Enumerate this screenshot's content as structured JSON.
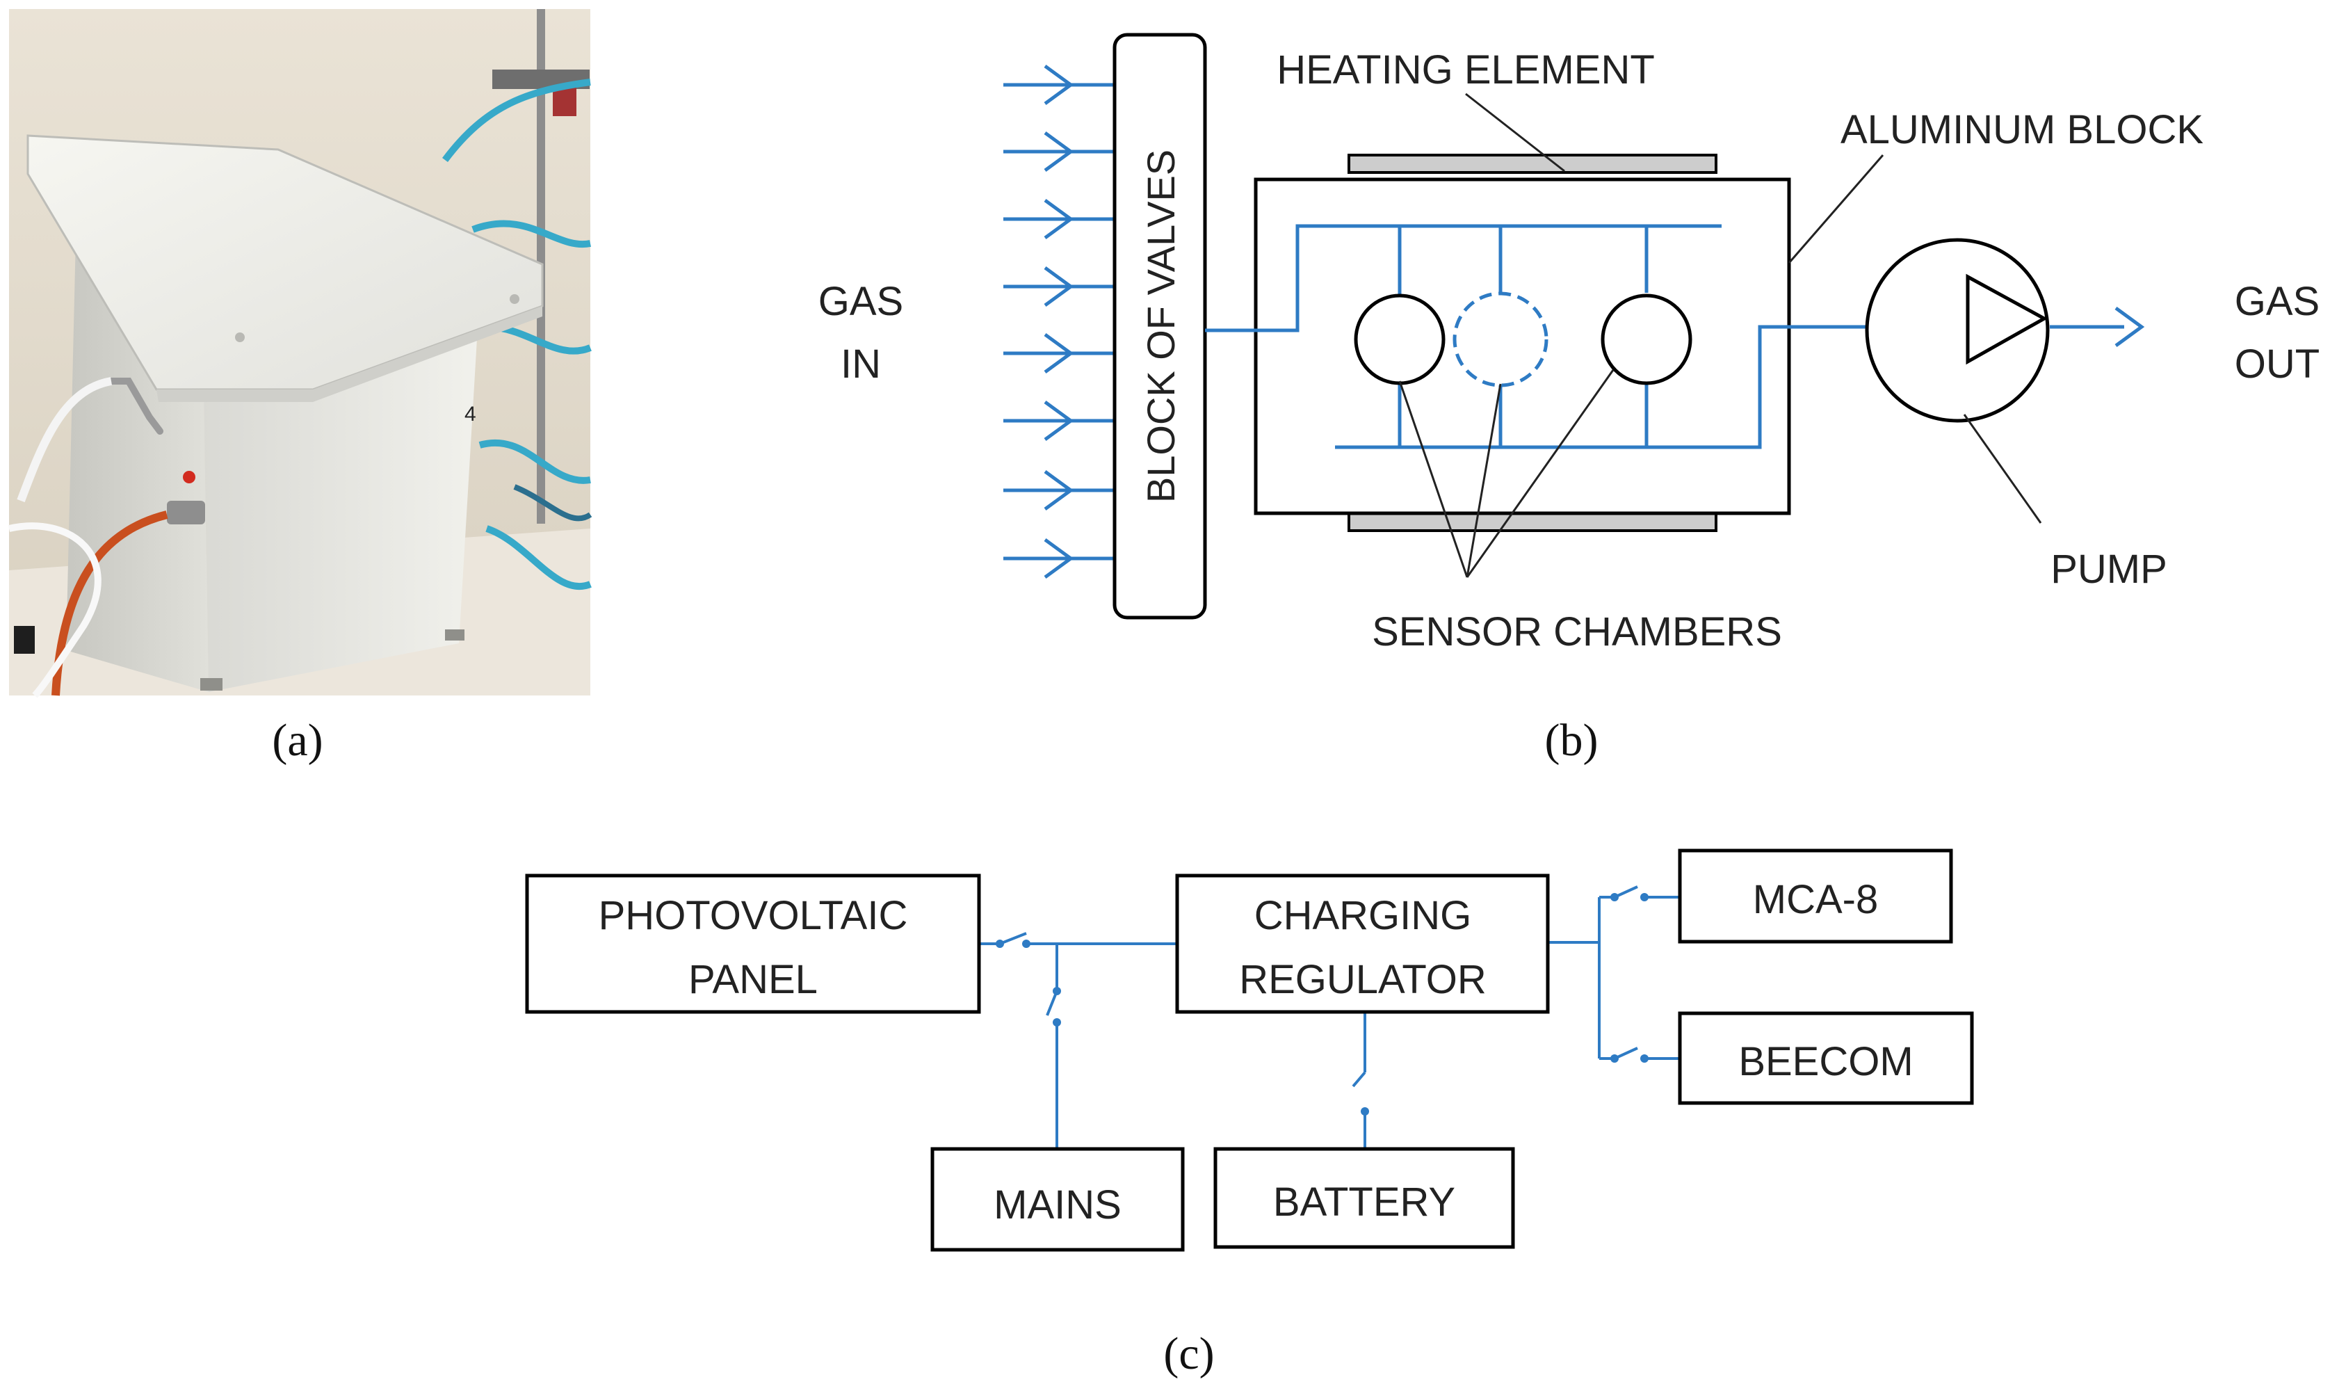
{
  "colors": {
    "pipe": "#2E7BC4",
    "outline": "#000000",
    "heater_fill": "#CDCDCD",
    "text": "#222222"
  },
  "panel_a": {
    "label": "(a)",
    "photo": "photo of a white metal enclosure with a sloped lid and blue gas tubes attached",
    "photo_text": "4"
  },
  "panel_b": {
    "label": "(b)",
    "gas_in_line1": "GAS",
    "gas_in_line2": "IN",
    "valves": "BLOCK OF VALVES",
    "heating_element": "HEATING ELEMENT",
    "aluminum_block": "ALUMINUM BLOCK",
    "sensor_chambers": "SENSOR CHAMBERS",
    "pump": "PUMP",
    "gas_out_line1": "GAS",
    "gas_out_line2": "OUT"
  },
  "panel_c": {
    "label": "(c)",
    "pv_line1": "PHOTOVOLTAIC",
    "pv_line2": "PANEL",
    "reg_line1": "CHARGING",
    "reg_line2": "REGULATOR",
    "mca": "MCA-8",
    "beecom": "BEECOM",
    "mains": "MAINS",
    "battery": "BATTERY"
  }
}
